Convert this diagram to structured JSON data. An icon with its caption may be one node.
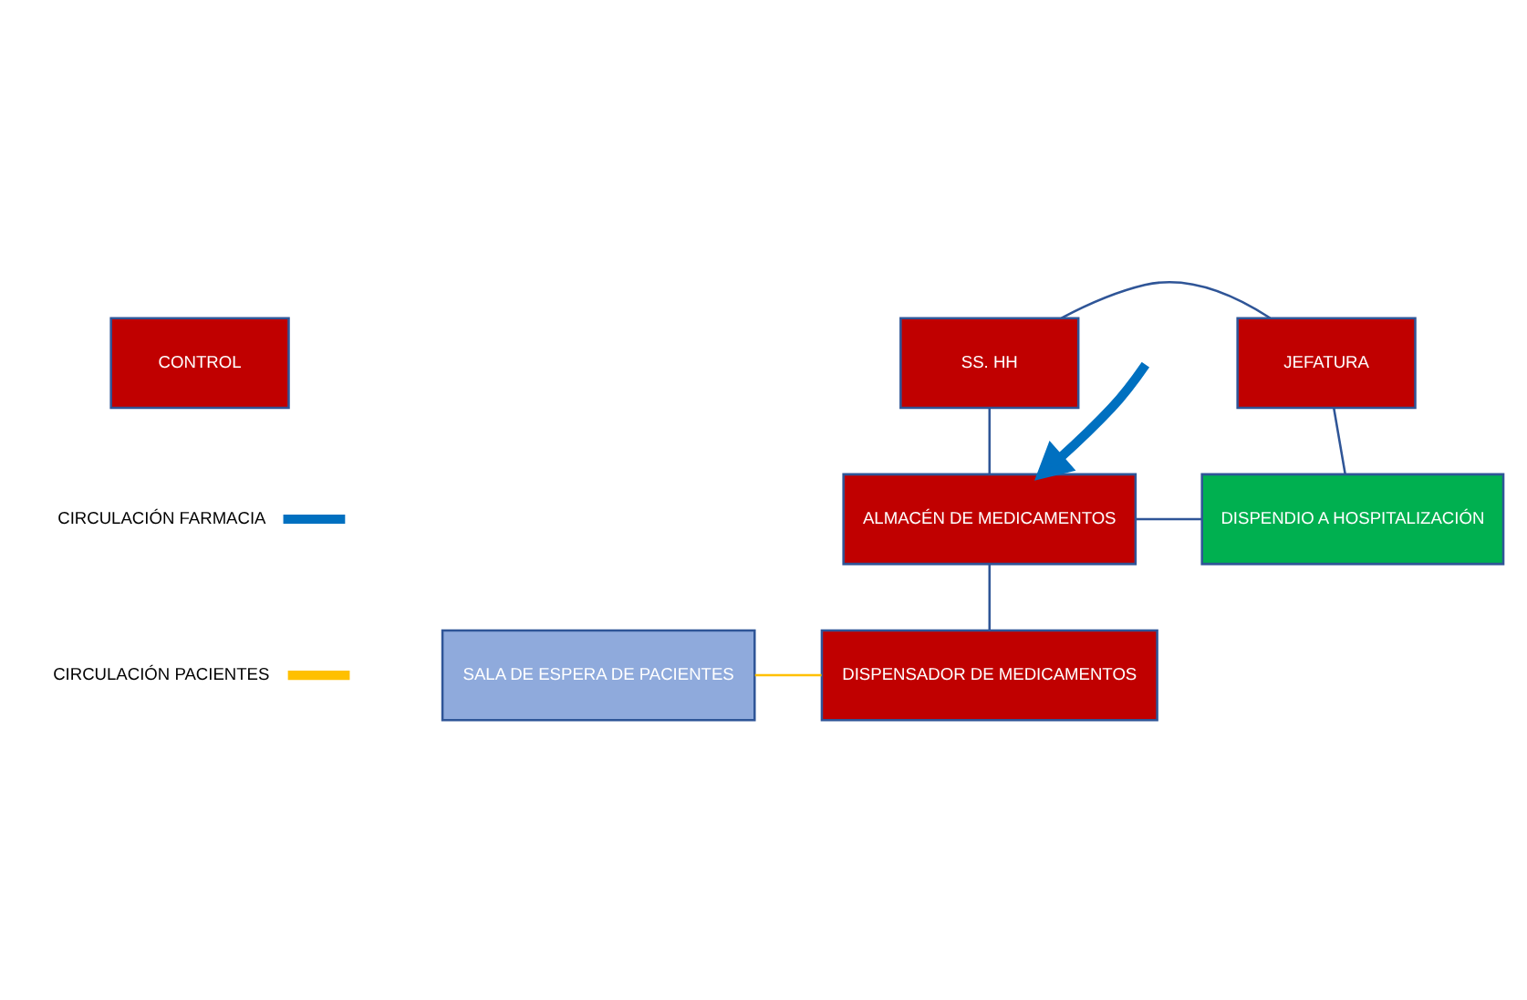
{
  "diagram": {
    "nodes": [
      {
        "text": [
          "CONTROL"
        ]
      },
      {
        "text": [
          "SS. HH"
        ]
      },
      {
        "text": [
          "JEFATURA"
        ]
      },
      {
        "text": [
          "ALMACÉN DE MEDICAMENTOS"
        ]
      },
      {
        "text": [
          "DISPENDIO A HOSPITALIZACIÓN"
        ]
      },
      {
        "text": [
          "SALA DE ESPERA DE PACIENTES"
        ]
      },
      {
        "text": [
          "DISPENSADOR DE MEDICAMENTOS"
        ]
      }
    ],
    "edges": [
      {
        "from": null,
        "to": 3,
        "arrow": "to",
        "style": "thick",
        "color": "#0070c0"
      },
      {
        "from": 1,
        "to": 3,
        "arrow": "none"
      },
      {
        "from": 2,
        "to": 4,
        "arrow": "none"
      },
      {
        "from": 1,
        "to": 2,
        "arrow": "none"
      },
      {
        "from": 3,
        "to": 4,
        "arrow": "none"
      },
      {
        "from": 3,
        "to": 6,
        "arrow": "none"
      },
      {
        "from": 5,
        "to": 6,
        "arrow": "none",
        "color": "#ffc000"
      }
    ],
    "legend": [
      {
        "text": "CIRCULACIÓN FARMACIA",
        "color": "#0070c0"
      },
      {
        "text": "CIRCULACIÓN PACIENTES",
        "color": "#ffc000"
      }
    ]
  }
}
